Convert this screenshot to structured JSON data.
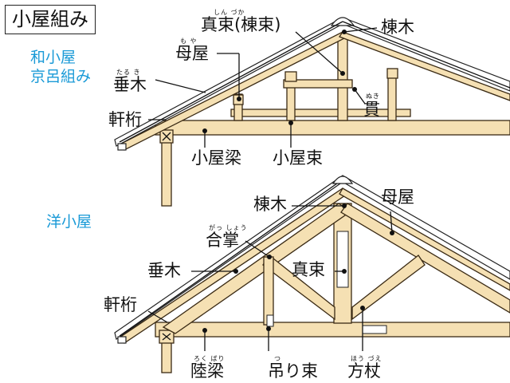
{
  "title": "小屋組み",
  "japanese": {
    "heading_line1": "和小屋",
    "heading_line2": "京呂組み",
    "labels": {
      "shinzuka": {
        "text": "真束(棟束)",
        "ruby": "しん づか"
      },
      "munagi": {
        "text": "棟木"
      },
      "moya": {
        "text": "母屋",
        "ruby": "も や"
      },
      "taruki": {
        "text": "垂木",
        "ruby": "たる き"
      },
      "nuki": {
        "text": "貫",
        "ruby": "ぬき"
      },
      "nokigeta": {
        "text": "軒桁"
      },
      "koyabari": {
        "text": "小屋梁"
      },
      "koyazuka": {
        "text": "小屋束"
      }
    }
  },
  "western": {
    "heading": "洋小屋",
    "labels": {
      "munagi": {
        "text": "棟木"
      },
      "moya": {
        "text": "母屋"
      },
      "gassho": {
        "text": "合掌",
        "ruby": "がっ しょう"
      },
      "taruki": {
        "text": "垂木"
      },
      "shinzuka": {
        "text": "真束"
      },
      "nokigeta": {
        "text": "軒桁"
      },
      "rokubari": {
        "text": "陸梁",
        "ruby": "ろく ばり"
      },
      "tsurizuka": {
        "text": "吊り束",
        "ruby": "つ"
      },
      "houzue": {
        "text": "方杖",
        "ruby": "ほう づえ"
      }
    }
  },
  "colors": {
    "wood": "#f5e0b3",
    "outline": "#3a2a14",
    "accent": "#1a9ad7"
  }
}
